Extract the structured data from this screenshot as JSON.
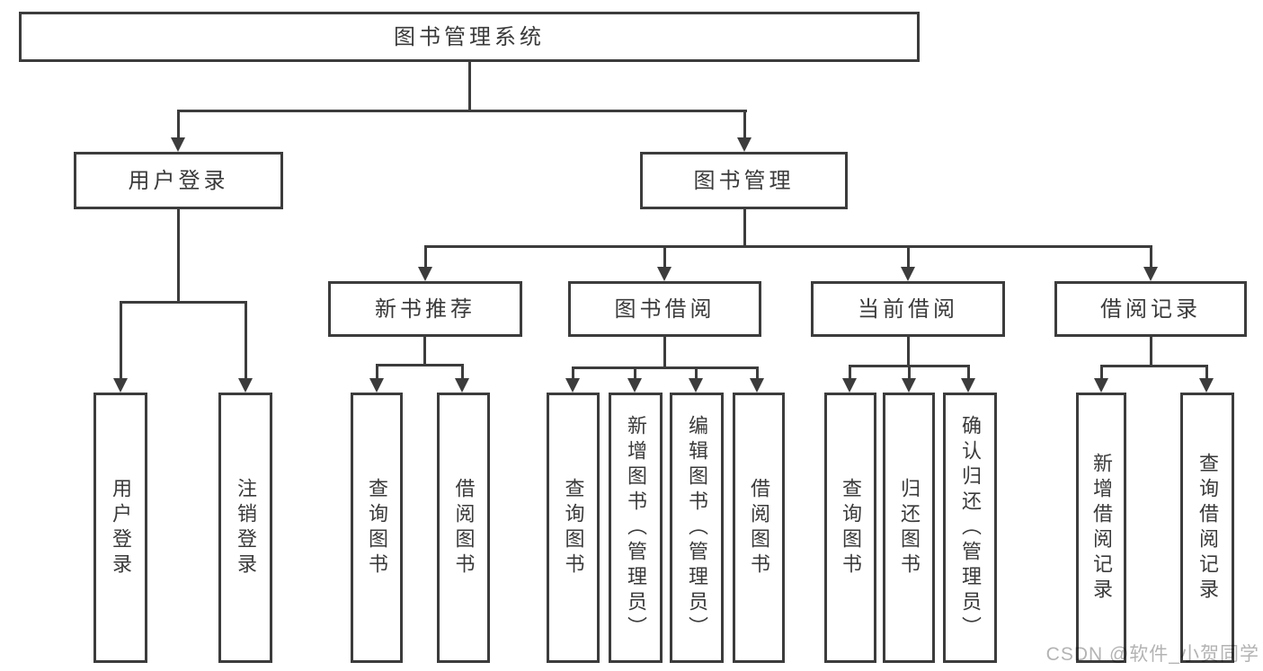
{
  "diagram": {
    "title": "图书管理系统",
    "root": {
      "label": "图书管理系统"
    },
    "branches": [
      {
        "label": "用户登录",
        "children": [
          {
            "label": "用户登录"
          },
          {
            "label": "注销登录"
          }
        ]
      },
      {
        "label": "图书管理",
        "children": [
          {
            "label": "新书推荐",
            "children": [
              {
                "label": "查询图书"
              },
              {
                "label": "借阅图书"
              }
            ]
          },
          {
            "label": "图书借阅",
            "children": [
              {
                "label": "查询图书"
              },
              {
                "label": "新增图书（管理员）"
              },
              {
                "label": "编辑图书（管理员）"
              },
              {
                "label": "借阅图书"
              }
            ]
          },
          {
            "label": "当前借阅",
            "children": [
              {
                "label": "查询图书"
              },
              {
                "label": "归还图书"
              },
              {
                "label": "确认归还（管理员）"
              }
            ]
          },
          {
            "label": "借阅记录",
            "children": [
              {
                "label": "新增借阅记录"
              },
              {
                "label": "查询借阅记录"
              }
            ]
          }
        ]
      }
    ],
    "watermark": "CSDN @软件_小贺同学",
    "colors": {
      "line": "#3c3c3c",
      "text": "#3a3a3a",
      "watermark": "#b3b3b3",
      "background": "#ffffff"
    }
  }
}
